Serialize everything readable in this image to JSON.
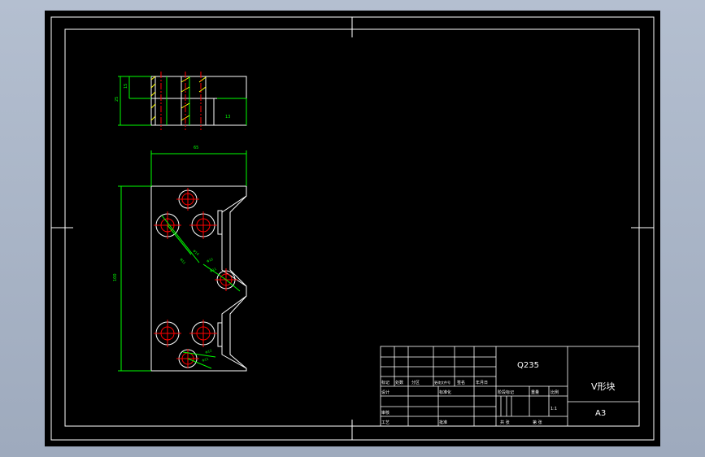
{
  "title_block": {
    "material": "Q235",
    "part_name": "V形块",
    "sheet_size": "A3",
    "scale": "1:1",
    "headers": {
      "mark": "标记",
      "count": "处数",
      "zone": "分区",
      "change_doc": "更改文件号",
      "signature": "签名",
      "date": "年月日",
      "design": "设计",
      "standardize": "标准化",
      "review": "审核",
      "process": "工艺",
      "approve": "批准",
      "stage_mark": "阶段标记",
      "weight": "重量",
      "scale_label": "比例",
      "sheets_total": "共 张",
      "sheet_no": "第 张"
    }
  },
  "dimensions": {
    "top_view_width": "65",
    "front_view_height": "100",
    "side_height_a": "15",
    "side_height_b": "25",
    "side_right": "13",
    "hole_label_a": "Φ14",
    "hole_label_b": "Φ11",
    "hole_label_c": "Φ12",
    "hole_label_d": "Φ11",
    "hole_label_e": "Φ12",
    "hole_label_f": "Φ11"
  },
  "colors": {
    "outline": "#ffffff",
    "dimension": "#00ff00",
    "centerline": "#ff0000",
    "hatch": "#ffff00",
    "frame": "#ffffff",
    "background": "#000000"
  }
}
